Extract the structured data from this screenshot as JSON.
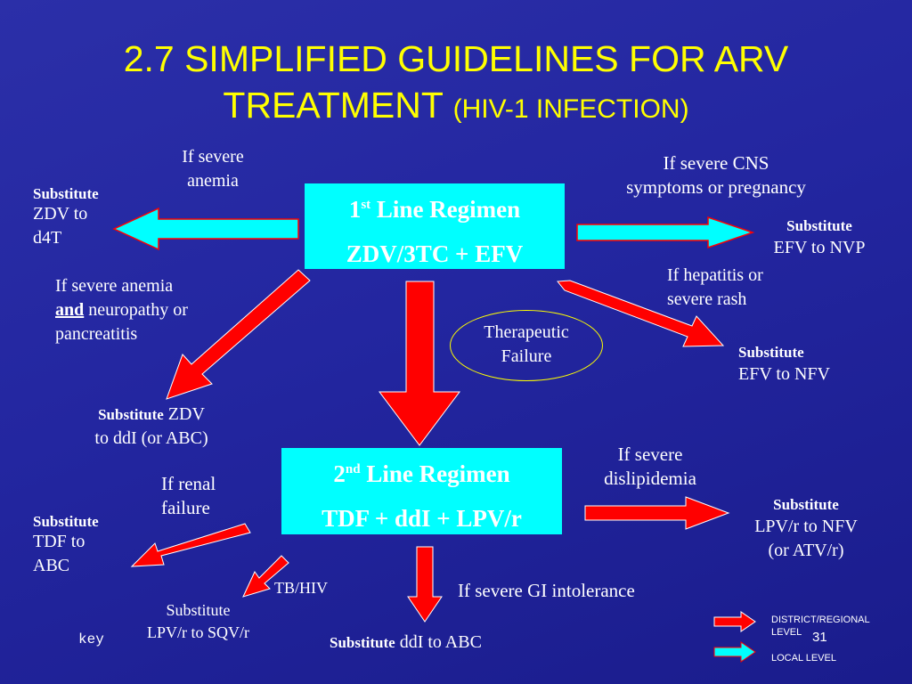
{
  "title": {
    "line1": "2.7 SIMPLIFIED GUIDELINES FOR ARV",
    "line2": "TREATMENT",
    "line2_small": "(HIV-1 INFECTION)"
  },
  "first_line": {
    "ordinal_num": "1",
    "ordinal_sup": "st",
    "label": " Line Regimen",
    "regimen": "ZDV/3TC + EFV"
  },
  "second_line": {
    "ordinal_num": "2",
    "ordinal_sup": "nd",
    "label": " Line Regimen",
    "regimen": "TDF + ddI + LPV/r"
  },
  "condition_anemia": {
    "l1": "If severe",
    "l2": "anemia"
  },
  "sub_zdv_d4t": {
    "head": "Substitute",
    "l1": "ZDV to",
    "l2": "d4T"
  },
  "condition_cns": {
    "l1": "If severe CNS",
    "l2": "symptoms or pregnancy"
  },
  "sub_efv_nvp": {
    "head": "Substitute",
    "l1": "EFV to NVP"
  },
  "condition_hepatitis": {
    "l1": "If hepatitis or",
    "l2": "severe rash"
  },
  "sub_efv_nfv": {
    "head": "Substitute",
    "l1": "EFV to NFV"
  },
  "condition_anemia_neuro": {
    "l1": "If severe anemia",
    "and": "and",
    "l2": " neuropathy or",
    "l3": "pancreatitis"
  },
  "sub_zdv_ddi": {
    "head": "Substitute",
    "l1": " ZDV",
    "l2": "to ddI (or ABC)"
  },
  "therapeutic_failure": {
    "l1": "Therapeutic",
    "l2": "Failure"
  },
  "condition_dislipidemia": {
    "l1": "If severe",
    "l2": "dislipidemia"
  },
  "sub_lpv_nfv": {
    "head": "Substitute",
    "l1": "LPV/r to NFV",
    "l2": "(or ATV/r)"
  },
  "condition_renal": {
    "l1": "If renal",
    "l2": "failure"
  },
  "sub_tdf_abc": {
    "head": "Substitute",
    "l1": "TDF to",
    "l2": "ABC"
  },
  "condition_tbhiv": "TB/HIV",
  "sub_lpv_sqv": {
    "l1": "Substitute",
    "l2": "LPV/r to SQV/r"
  },
  "condition_gi": "If severe GI intolerance",
  "sub_ddi_abc": {
    "head": "Substitute",
    "l1": " ddI to ABC"
  },
  "key_label": "key",
  "legend": {
    "red": "DISTRICT/REGIONAL",
    "red2": "LEVEL",
    "cyan": "LOCAL LEVEL"
  },
  "page_number": "31",
  "colors": {
    "background": "#2326a0",
    "title": "#ffff00",
    "box": "#00ffff",
    "red_arrow": "#ff0000",
    "cyan_arrow": "#00ffff"
  }
}
